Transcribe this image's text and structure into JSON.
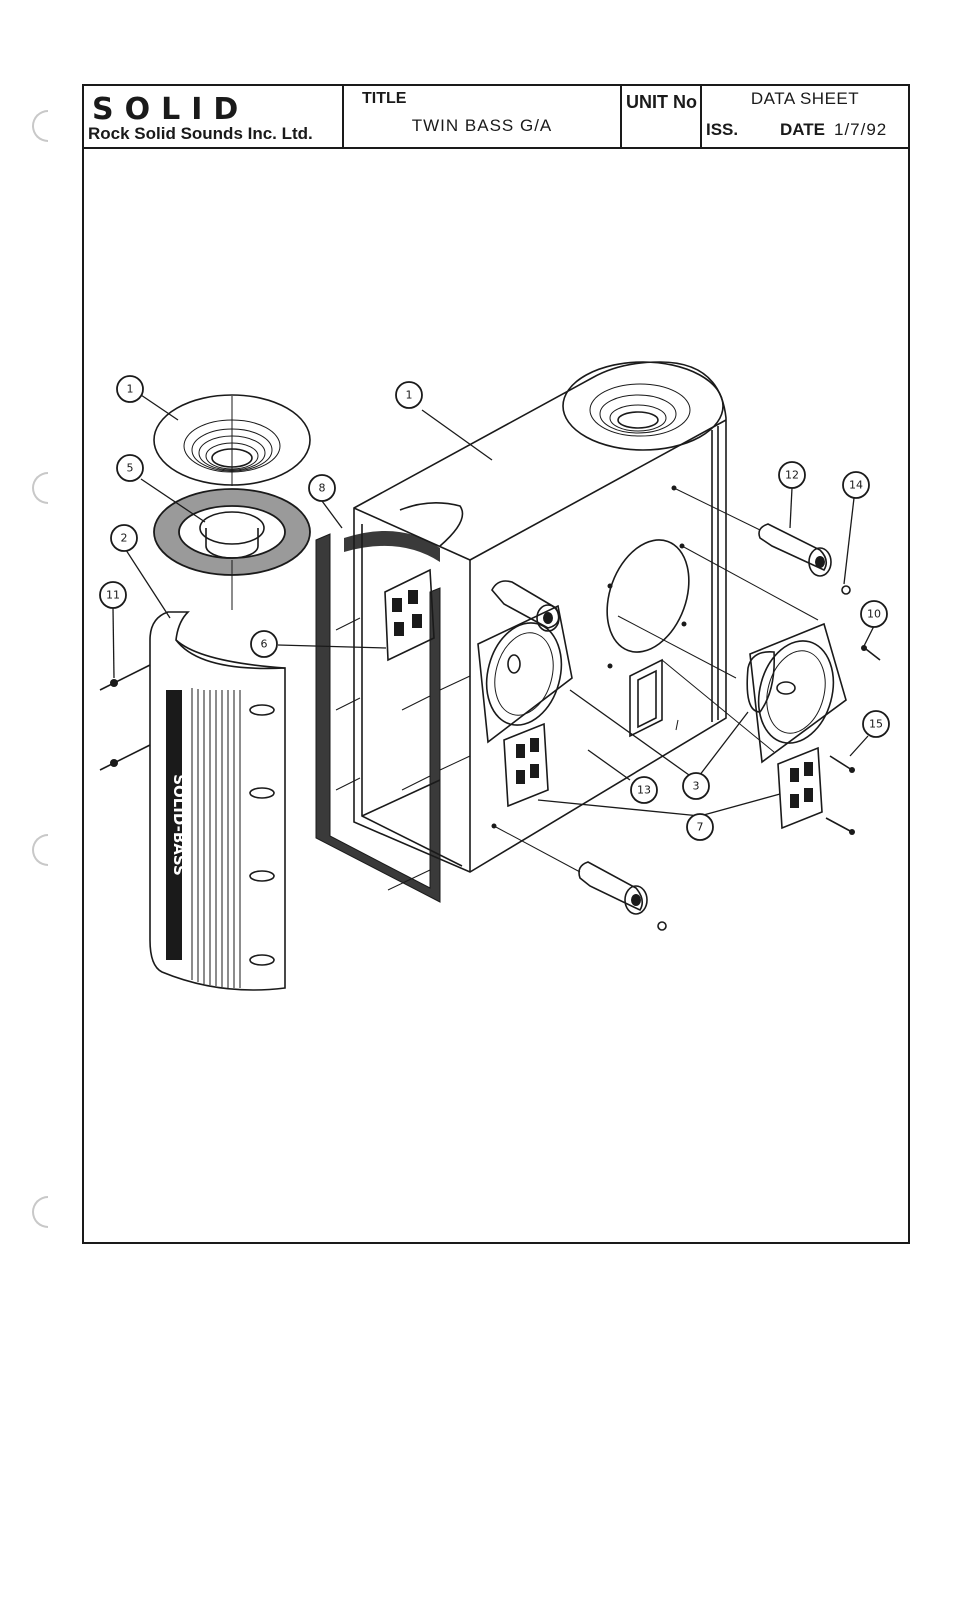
{
  "header": {
    "logo_text": "SOLID",
    "company_name": "Rock Solid Sounds Inc. Ltd.",
    "title_label": "TITLE",
    "title_value": "TWIN BASS G/A",
    "unit_label": "UNIT No",
    "unit_value": "",
    "doc_type": "DATA SHEET",
    "iss_label": "ISS.",
    "date_label": "DATE",
    "date_value": "1/7/92"
  },
  "drawing": {
    "grille_vertical_text": "SOLID-BASS",
    "callouts": [
      "1",
      "1",
      "5",
      "8",
      "2",
      "11",
      "6",
      "12",
      "14",
      "10",
      "15",
      "13",
      "3",
      "7"
    ]
  }
}
